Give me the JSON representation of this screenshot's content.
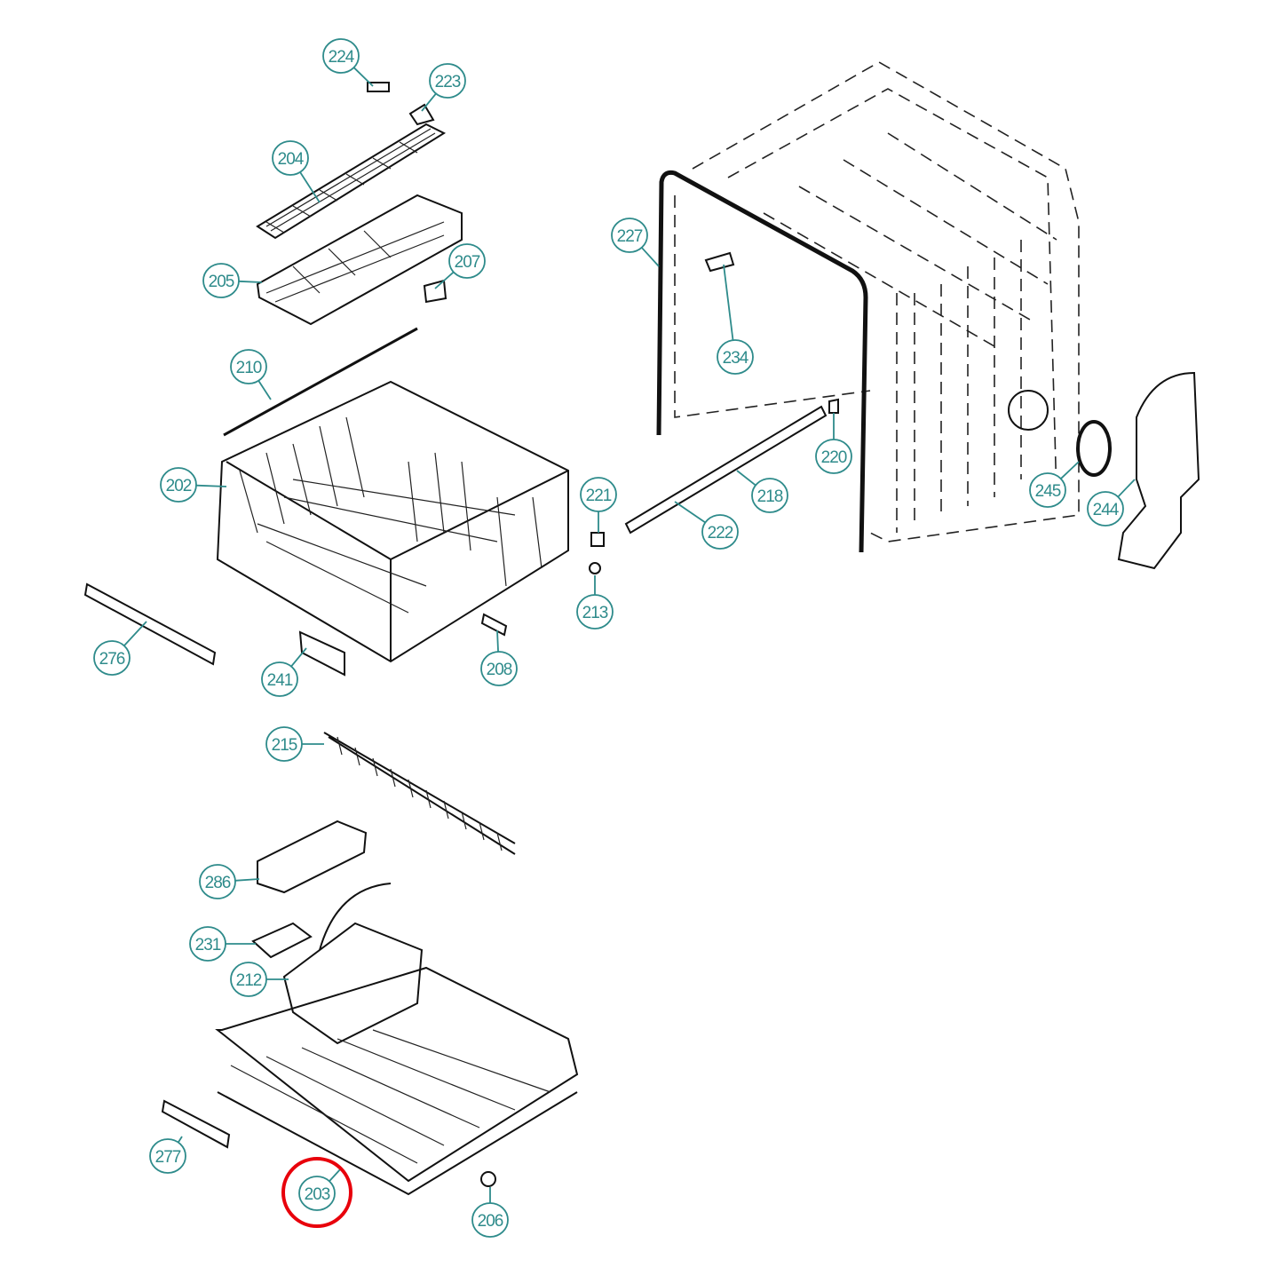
{
  "diagram": {
    "type": "exploded-parts-diagram",
    "accent_color": "#2e8b8b",
    "highlight_color": "#e8000b",
    "highlighted_part": "203",
    "callouts": [
      "224",
      "223",
      "204",
      "205",
      "207",
      "210",
      "202",
      "221",
      "213",
      "276",
      "241",
      "208",
      "227",
      "234",
      "220",
      "218",
      "222",
      "245",
      "244",
      "215",
      "286",
      "231",
      "212",
      "277",
      "203",
      "206"
    ]
  }
}
